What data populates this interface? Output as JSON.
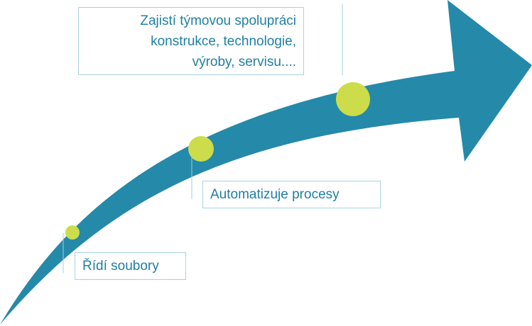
{
  "colors": {
    "arrow": "#2589a9",
    "dot": "#cddc4a",
    "connector": "#9fd0de",
    "box_border": "#a7d3e0",
    "text": "#1f7fa3"
  },
  "steps": [
    {
      "label_lines": [
        "Řídí soubory"
      ]
    },
    {
      "label_lines": [
        "Automatizuje procesy"
      ]
    },
    {
      "label_lines": [
        "Zajistí týmovou spolupráci",
        "konstrukce, technologie,",
        "výroby, servisu...."
      ]
    }
  ]
}
